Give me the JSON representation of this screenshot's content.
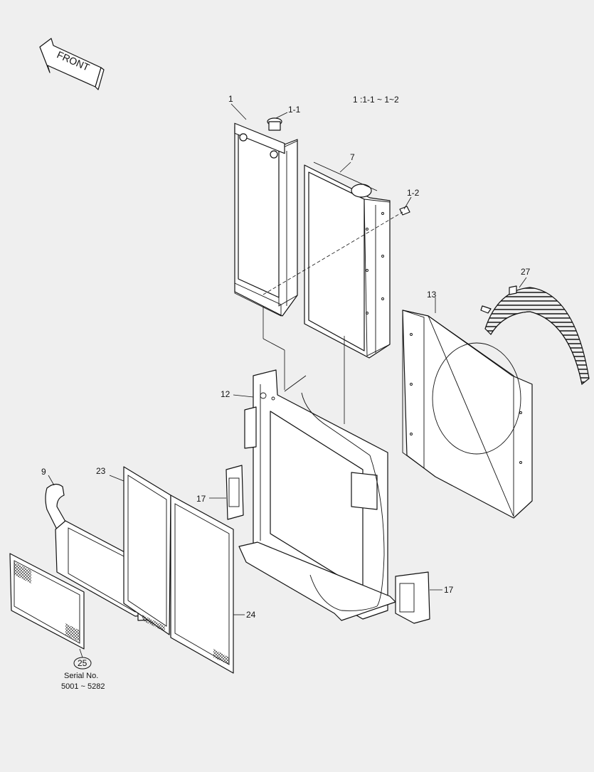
{
  "front_arrow": {
    "label": "FRONT"
  },
  "ratio_note": "1 :1-1 ~ 1~2",
  "callouts": {
    "c1": "1",
    "c1_1": "1-1",
    "c7": "7",
    "c1_2": "1-2",
    "c27": "27",
    "c13": "13",
    "c12": "12",
    "c9": "9",
    "c23": "23",
    "c17a": "17",
    "c17b": "17",
    "c24": "24",
    "c25": "25"
  },
  "serial": {
    "line1": "Serial No.",
    "line2": "5001 ~ 5282"
  }
}
